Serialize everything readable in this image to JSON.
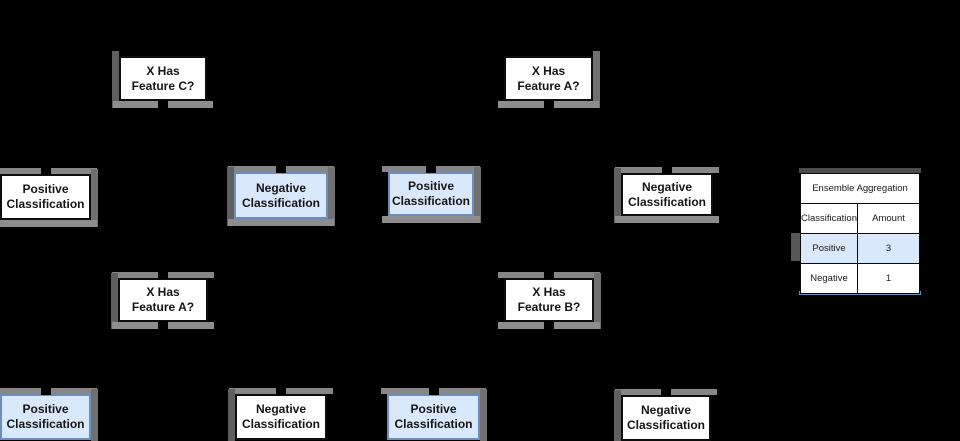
{
  "colors": {
    "background": "#000000",
    "box_white_fill": "#ffffff",
    "box_white_border": "#0d0d0d",
    "box_blue_fill": "#dae8fc",
    "box_blue_border": "#6c8ebf",
    "shadow_gray": "#868686",
    "text": "#151515"
  },
  "nodes": [
    {
      "line1": "X Has",
      "line2": "Feature C?",
      "type": "question",
      "highlighted": false
    },
    {
      "line1": "X Has",
      "line2": "Feature A?",
      "type": "question",
      "highlighted": false
    },
    {
      "line1": "Positive",
      "line2": "Classification",
      "type": "classification",
      "highlighted": false
    },
    {
      "line1": "Negative",
      "line2": "Classification",
      "type": "classification",
      "highlighted": true
    },
    {
      "line1": "Positive",
      "line2": "Classification",
      "type": "classification",
      "highlighted": true
    },
    {
      "line1": "Negative",
      "line2": "Classification",
      "type": "classification",
      "highlighted": false
    },
    {
      "line1": "X Has",
      "line2": "Feature A?",
      "type": "question",
      "highlighted": false
    },
    {
      "line1": "X Has",
      "line2": "Feature B?",
      "type": "question",
      "highlighted": false
    },
    {
      "line1": "Positive",
      "line2": "Classification",
      "type": "classification",
      "highlighted": true
    },
    {
      "line1": "Negative",
      "line2": "Classification",
      "type": "classification",
      "highlighted": false
    },
    {
      "line1": "Positive",
      "line2": "Classification",
      "type": "classification",
      "highlighted": true
    },
    {
      "line1": "Negative",
      "line2": "Classification",
      "type": "classification",
      "highlighted": false
    }
  ],
  "table": {
    "title": "Ensemble Aggregation",
    "col1": "Classification",
    "col2": "Amount",
    "rows": [
      {
        "label": "Positive",
        "value": "3",
        "highlighted": true
      },
      {
        "label": "Negative",
        "value": "1",
        "highlighted": false
      }
    ]
  }
}
